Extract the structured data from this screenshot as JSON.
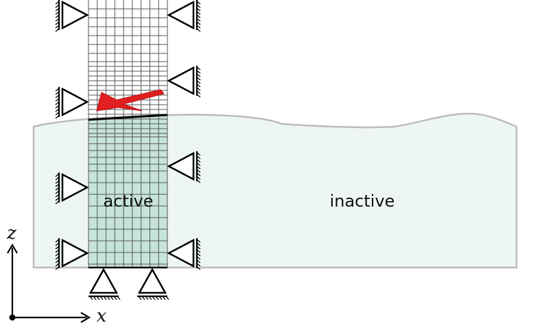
{
  "labels": {
    "active": "active",
    "inactive": "inactive"
  },
  "axes": {
    "x": "x",
    "z": "z"
  },
  "colors": {
    "domain_fill": "#eef6f5",
    "domain_stroke": "#bbbbbb",
    "active_fill": "#c6e4dc",
    "mesh_line": "#555555",
    "surface_line": "#000000",
    "crack": "#e02020",
    "support": "#000000"
  }
}
